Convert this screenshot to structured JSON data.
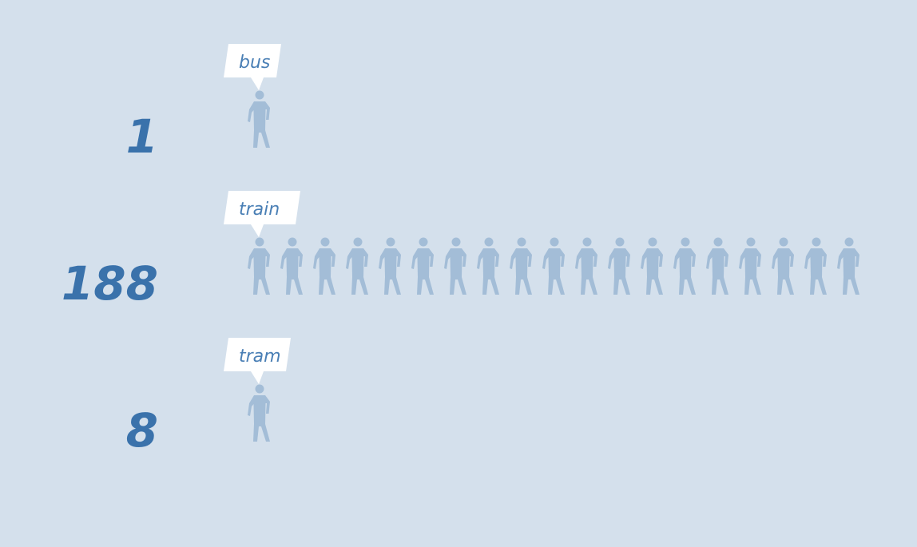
{
  "chart_data": {
    "type": "pictogram",
    "categories": [
      "bus",
      "train",
      "tram"
    ],
    "values": [
      1,
      188,
      8
    ],
    "unit_per_icon": 10,
    "icon": "person-icon",
    "colors": {
      "background": "#d4e0ec",
      "icon": "#3a72ab",
      "label": "#3a72ab",
      "callout": "#ffffff"
    }
  }
}
